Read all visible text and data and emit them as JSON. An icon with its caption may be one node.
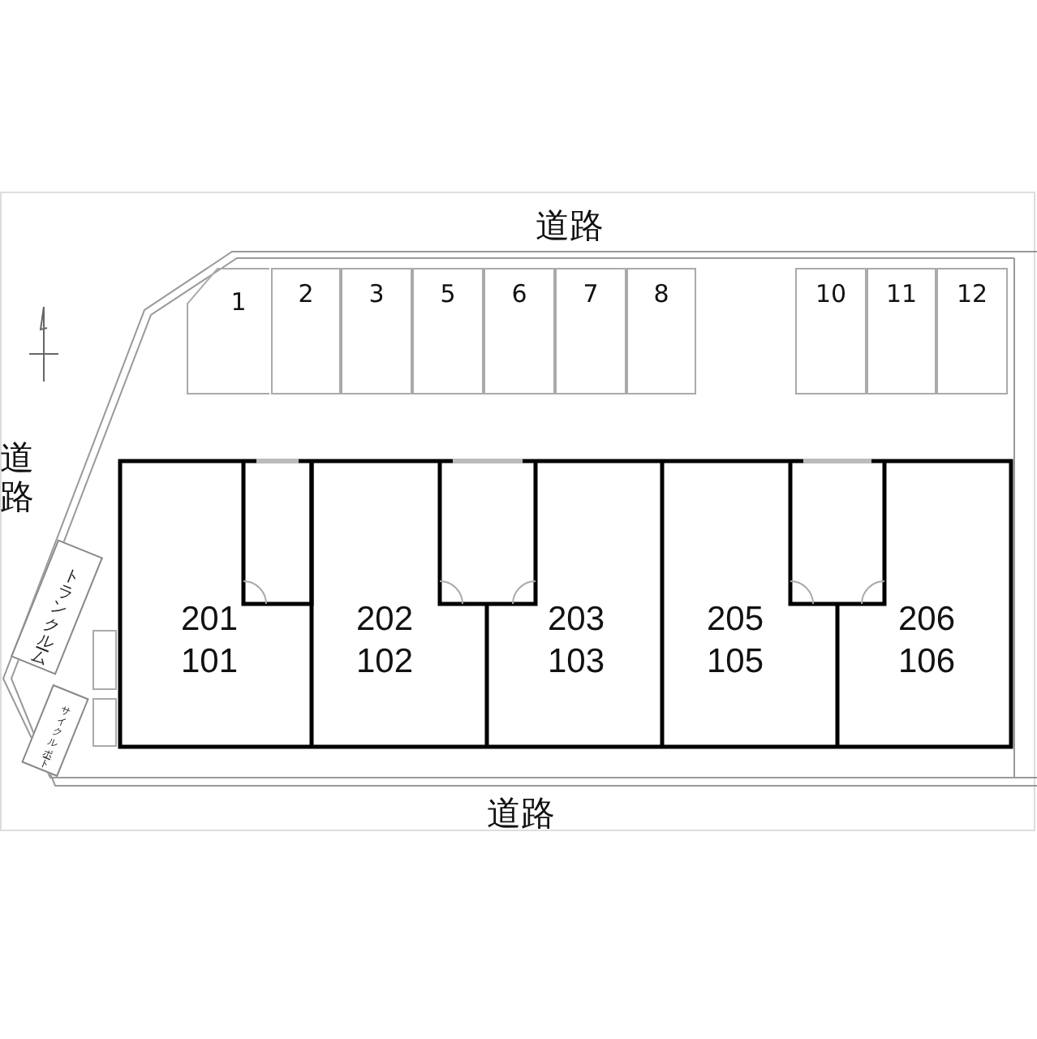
{
  "diagram": {
    "nodes": [
      {
        "text": [
          "1"
        ]
      },
      {
        "text": [
          "2"
        ]
      },
      {
        "text": [
          "3"
        ]
      },
      {
        "text": [
          "5"
        ]
      },
      {
        "text": [
          "6"
        ]
      },
      {
        "text": [
          "7"
        ]
      },
      {
        "text": [
          "8"
        ]
      },
      {
        "text": [
          "10"
        ]
      },
      {
        "text": [
          "11"
        ]
      },
      {
        "text": [
          "12"
        ]
      },
      {
        "text": [
          "201",
          "101"
        ]
      },
      {
        "text": [
          "202",
          "102"
        ]
      },
      {
        "text": [
          "203",
          "103"
        ]
      },
      {
        "text": [
          "205",
          "105"
        ]
      },
      {
        "text": [
          "206",
          "106"
        ]
      },
      {
        "text": [
          "トランクルーム"
        ]
      },
      {
        "text": [
          "サイクルポート"
        ]
      },
      {
        "text": [],
        "shape": "box"
      },
      {
        "text": [],
        "shape": "box"
      }
    ],
    "labels": [
      "道路",
      "道路",
      "道路"
    ]
  }
}
